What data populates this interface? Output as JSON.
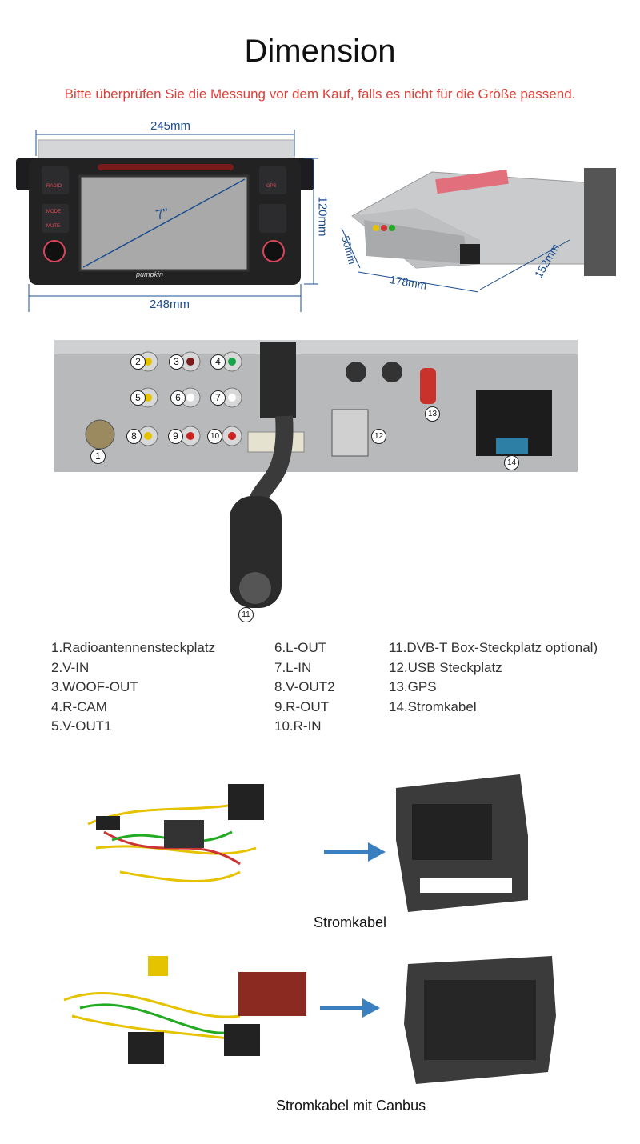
{
  "header": {
    "title": "Dimension",
    "subtitle": "Bitte überprüfen Sie die Messung vor dem Kauf, falls es nicht für die Größe passend."
  },
  "dimensions": {
    "front_width_top": "245mm",
    "front_width_bottom": "248mm",
    "front_height": "120mm",
    "screen_size": "7''",
    "depth_height": "50mm",
    "depth_width": "178mm",
    "depth_length": "152mm"
  },
  "brand": {
    "logo": "pumpkin"
  },
  "buttons": [
    "RADIO",
    "GPS",
    "MODE",
    "MUTE"
  ],
  "callouts": [
    "1",
    "2",
    "3",
    "4",
    "5",
    "6",
    "7",
    "8",
    "9",
    "10",
    "11",
    "12",
    "13",
    "14"
  ],
  "ports": {
    "col1": [
      "1.Radioantennensteckplatz",
      "2.V-IN",
      "3.WOOF-OUT",
      "4.R-CAM",
      "5.V-OUT1"
    ],
    "col2": [
      "6.L-OUT",
      "7.L-IN",
      "8.V-OUT2",
      "9.R-OUT",
      "10.R-IN"
    ],
    "col3": [
      "11.DVB-T Box-Steckplatz optional)",
      "12.USB Steckplatz",
      "13.GPS",
      "14.Stromkabel"
    ]
  },
  "cables": [
    {
      "caption": "Stromkabel"
    },
    {
      "caption": "Stromkabel mit Canbus"
    }
  ],
  "colors": {
    "accent_red": "#e0403a",
    "dim_blue": "#1d4e8f",
    "arrow_blue": "#3a7fc0"
  }
}
